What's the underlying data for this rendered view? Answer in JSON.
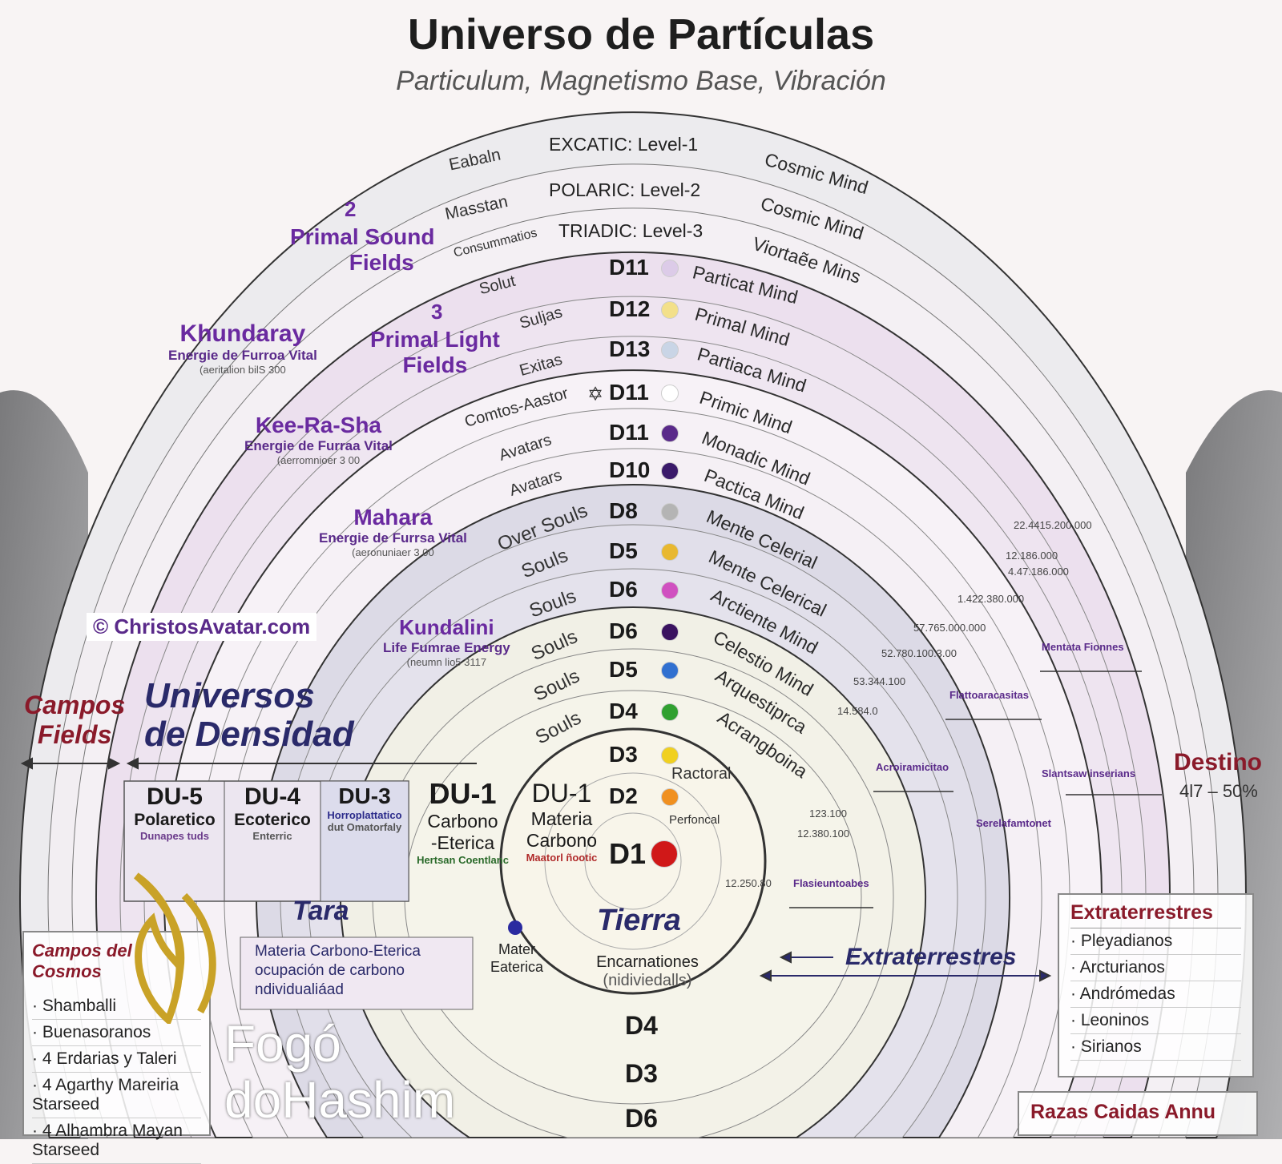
{
  "title": "Universo de Partículas",
  "subtitle": "Particulum, Magnetismo Base, Vibración",
  "levels": [
    {
      "name": "EXCATIC:",
      "level": "Level-1",
      "left": "Eabaln",
      "mind": "Cosmic Mind"
    },
    {
      "name": "POLARIC:",
      "level": "Level-2",
      "left": "Masstan",
      "mind": "Cosmic Mind"
    },
    {
      "name": "TRIADIC:",
      "level": "Level-3",
      "left": "Consummatios",
      "mind": "Viortaẽe Mins"
    }
  ],
  "dimensions": [
    {
      "label": "D11",
      "left": "Solut",
      "mind": "Particat Mind",
      "color": "#dccbe8"
    },
    {
      "label": "D12",
      "left": "Suljas",
      "mind": "Primal Mind",
      "color": "#f3e08a"
    },
    {
      "label": "D13",
      "left": "Exitas",
      "mind": "Partiaca Mind",
      "color": "#c9d5e6"
    },
    {
      "label": "D11",
      "left": "Comtos-Aastor",
      "mind": "Primic Mind",
      "color": "#ffffff"
    },
    {
      "label": "D11",
      "left": "Avatars",
      "mind": "Monadic Mind",
      "color": "#5a2a8a"
    },
    {
      "label": "D10",
      "left": "Avatars",
      "mind": "Pactica Mind",
      "color": "#3a1a6a"
    },
    {
      "label": "D8",
      "left": "Over Souls",
      "mind": "Mente Celerial",
      "color": "#b4b4b4"
    },
    {
      "label": "D5",
      "left": "Souls",
      "mind": "Mente Celerical",
      "color": "#e8b830"
    },
    {
      "label": "D6",
      "left": "Souls",
      "mind": "Arctiente Mind",
      "color": "#d050c0"
    },
    {
      "label": "D6",
      "left": "Souls",
      "mind": "Celestio Mind",
      "color": "#3a1260"
    },
    {
      "label": "D5",
      "left": "Souls",
      "mind": "Arquestiprca",
      "color": "#3070d0"
    },
    {
      "label": "D4",
      "left": "Souls",
      "mind": "Acrangboina",
      "color": "#30a030"
    },
    {
      "label": "D3",
      "left": "",
      "mind": "Ractoral",
      "color": "#f0d020"
    },
    {
      "label": "D2",
      "left": "",
      "mind": "Perfoncal",
      "color": "#f09020"
    },
    {
      "label": "D1",
      "left": "",
      "mind": "",
      "color": "#d01818"
    }
  ],
  "left_fields": {
    "sound_num": "2",
    "sound": "Primal Sound",
    "sound2": "Fields",
    "light_num": "3",
    "light": "Primal Light",
    "light2": "Fields",
    "khundaray": "Khundaray",
    "khundaray_sub": "Energie de Furroa Vital",
    "khundaray_small": "(aeritalion bilS 300",
    "keerasha": "Kee-Ra-Sha",
    "keerasha_sub": "Energie de Furraa Vital",
    "keerasha_small": "(aerromnioer 3 00",
    "mahara": "Mahara",
    "mahara_sub": "Energie de Furrsa Vital",
    "mahara_small": "(aeronuniaer 3 00",
    "kundalini": "Kundalini",
    "kundalini_sub": "Life Fumrae Energy",
    "kundalini_small": "(neumn lio5 3117",
    "copyright": "© ChristosAvatar.com",
    "campos": "Campos",
    "fields": "Fields",
    "universos": "Universos",
    "densidad": "de Densidad"
  },
  "du_columns": [
    {
      "code": "DU-5",
      "name": "Polaretico",
      "note": "Dunapes tuds"
    },
    {
      "code": "DU-4",
      "name": "Ecoterico",
      "note": "Enterric"
    },
    {
      "code": "DU-3",
      "name": "Horroplattatico",
      "note": "dut Omatorfaly"
    },
    {
      "code": "DU-1",
      "name": "Carbono",
      "name2": "-Eterica",
      "note": "Hertsan Coentlanc"
    },
    {
      "code": "DU-1",
      "name": "Materia",
      "name2": "Carbono",
      "note": "Maatorl ñootic"
    }
  ],
  "tara": {
    "title": "Tara",
    "line1": "Materia Carbono-Eterica",
    "line2": "ocupación de carbono",
    "line3": "ndividualiáad"
  },
  "center": {
    "planet": "Tierra",
    "line1": "Encarnationes",
    "line2": "(nidiviedalls)",
    "mater": "Mater",
    "eaterica": "Eaterica"
  },
  "lower_dims": [
    "D4",
    "D3",
    "D6"
  ],
  "numbers": [
    "22.4415.200.000",
    "12.186.000",
    "4.47.186.000",
    "1.422.380.000",
    "57.765.000.000",
    "52.780.100.3.00",
    "53.344.100",
    "14.584.0",
    "123.100",
    "12.380.100",
    "12.250.80"
  ],
  "destino": {
    "title": "Destino",
    "value": "4l7 – 50%"
  },
  "extraterrestres_arrow": "Extraterrestres",
  "campos_cosmos": {
    "title": "Campos del Cosmos",
    "items": [
      "Shamballi",
      "Buenasoranos",
      "4 Erdarias y Taleri",
      "4 Agarthy Mareiria Starseed",
      "4 Alhambra Mayan Starseed"
    ]
  },
  "extraterrestres_box": {
    "title": "Extraterrestres",
    "items": [
      "Pleyadianos",
      "Arcturianos",
      "Andrómedas",
      "Leoninos",
      "Sirianos"
    ]
  },
  "razas": "Razas Caidas Annu",
  "right_labels": [
    "Mentata Fionnes",
    "Flattoaracasitas",
    "Acroiramicitao",
    "Serelafamtonet",
    "Slantsaw inserians",
    "Flasieuntoabes"
  ],
  "watermark": {
    "line1": "Fogó",
    "line2": "do",
    "line3": "Hashim"
  },
  "colors": {
    "title": "#1e1e1e",
    "purple": "#6a2aa0",
    "navy": "#2a2a6a",
    "crimson": "#8a1a2a",
    "gold": "#c9a227"
  }
}
